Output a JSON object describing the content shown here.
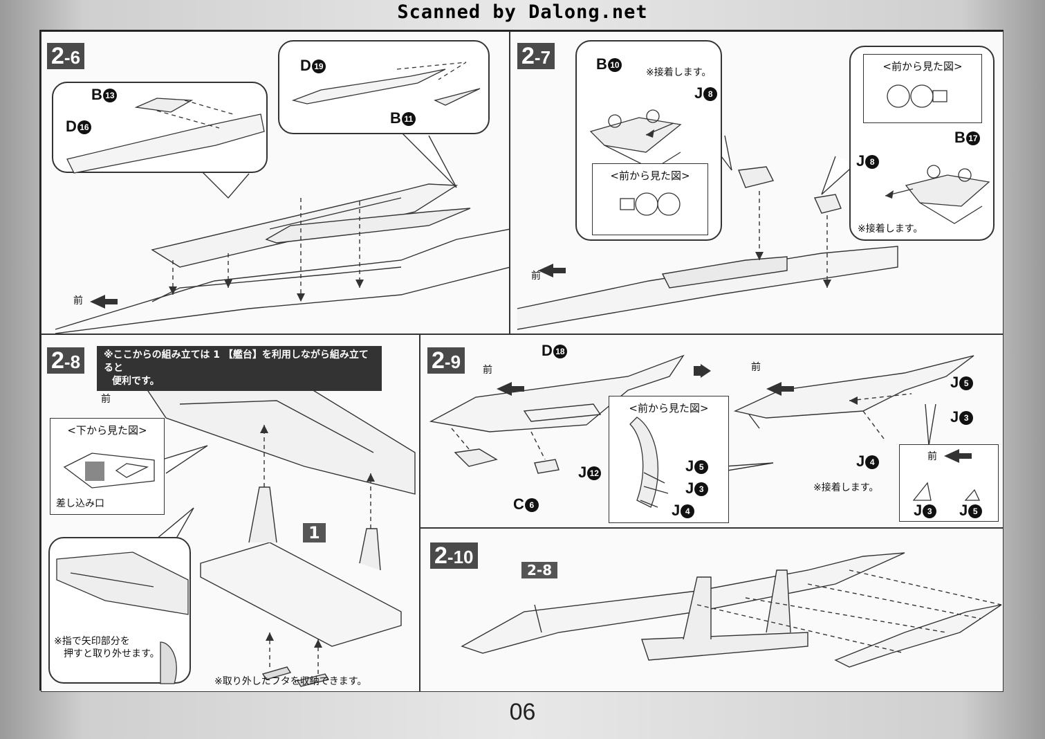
{
  "header": "Scanned by Dalong.net",
  "page_number": "06",
  "front_label": "前",
  "glue_note": "※接着します。",
  "front_view_title": "<前から見た図>",
  "bottom_view_title": "<下から見た図>",
  "steps": {
    "s26": {
      "num": "2",
      "sub": "-6",
      "parts": {
        "b13": "B",
        "b13n": "13",
        "d16": "D",
        "d16n": "16",
        "d19": "D",
        "d19n": "19",
        "b11": "B",
        "b11n": "11"
      }
    },
    "s27": {
      "num": "2",
      "sub": "-7",
      "parts": {
        "b10": "B",
        "b10n": "10",
        "j8": "J",
        "j8n": "8",
        "b17": "B",
        "b17n": "17"
      }
    },
    "s28": {
      "num": "2",
      "sub": "-8",
      "notice_line1": "※ここからの組み立ては 1 【艦台】を利用しながら組み立てると",
      "notice_line2": "便利です。",
      "insert_label": "差し込み口",
      "stand_label": "1",
      "press_note_1": "※指で矢印部分を",
      "press_note_2": "押すと取り外せます。",
      "storage_note": "※取り外したフタを収納できます。"
    },
    "s29": {
      "num": "2",
      "sub": "-9",
      "parts": {
        "d18": "D",
        "d18n": "18",
        "j12": "J",
        "j12n": "12",
        "c6": "C",
        "c6n": "6",
        "j5": "J",
        "j5n": "5",
        "j3": "J",
        "j3n": "3",
        "j4": "J",
        "j4n": "4"
      }
    },
    "s210": {
      "num": "2",
      "sub": "-10",
      "ref": "2-8"
    }
  }
}
